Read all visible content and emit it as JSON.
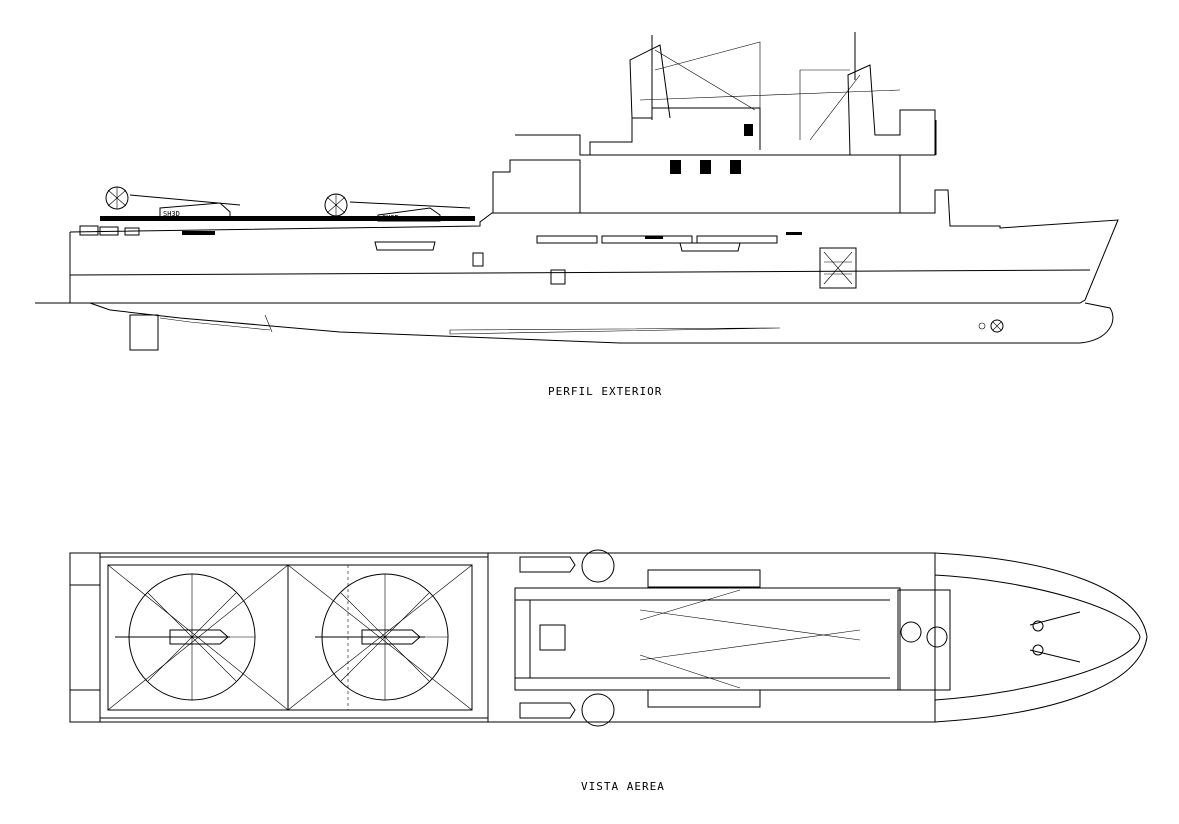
{
  "drawing": {
    "profile_caption": "PERFIL EXTERIOR",
    "plan_caption": "VISTA AEREA",
    "helicopter_labels": [
      "SH3D",
      "SH3D"
    ],
    "line_color": "#000000",
    "background": "#ffffff"
  }
}
